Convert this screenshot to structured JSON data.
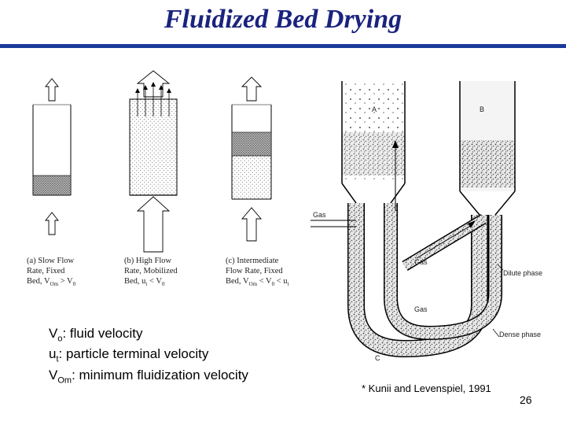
{
  "title": "Fluidized Bed Drying",
  "left_figure": {
    "captions": [
      {
        "line1": "(a) Slow Flow",
        "line2": "Rate, Fixed",
        "line3": "Bed, V",
        "sub1": "Om",
        "mid": " > V",
        "sub2": "0"
      },
      {
        "line1": "(b) High Flow",
        "line2": "Rate, Mobilized",
        "line3": "Bed, u",
        "sub1": "t",
        "mid": " < V",
        "sub2": "0"
      },
      {
        "line1": "(c) Intermediate",
        "line2": "Flow Rate, Fixed",
        "line3": "Bed, V",
        "sub1": "Om",
        "mid": " < V",
        "sub2": "0",
        "tail": " < u",
        "sub3": "t"
      }
    ]
  },
  "right_figure": {
    "label_a": "A",
    "label_b": "B",
    "label_c": "C",
    "label_gas_inlet": "Gas",
    "label_gas_1": "Gas",
    "label_gas_2": "Gas",
    "label_dilute": "Dilute phase",
    "label_dense": "Dense phase"
  },
  "legend": {
    "v0_symbol": "V",
    "v0_sub": "o",
    "v0_text": ": fluid velocity",
    "ut_symbol": "u",
    "ut_sub": "t",
    "ut_text": ": particle terminal velocity",
    "vom_symbol": "V",
    "vom_sub": "Om",
    "vom_text": ": minimum fluidization velocity"
  },
  "citation": "* Kunii and Levenspiel, 1991",
  "page_number": "26"
}
